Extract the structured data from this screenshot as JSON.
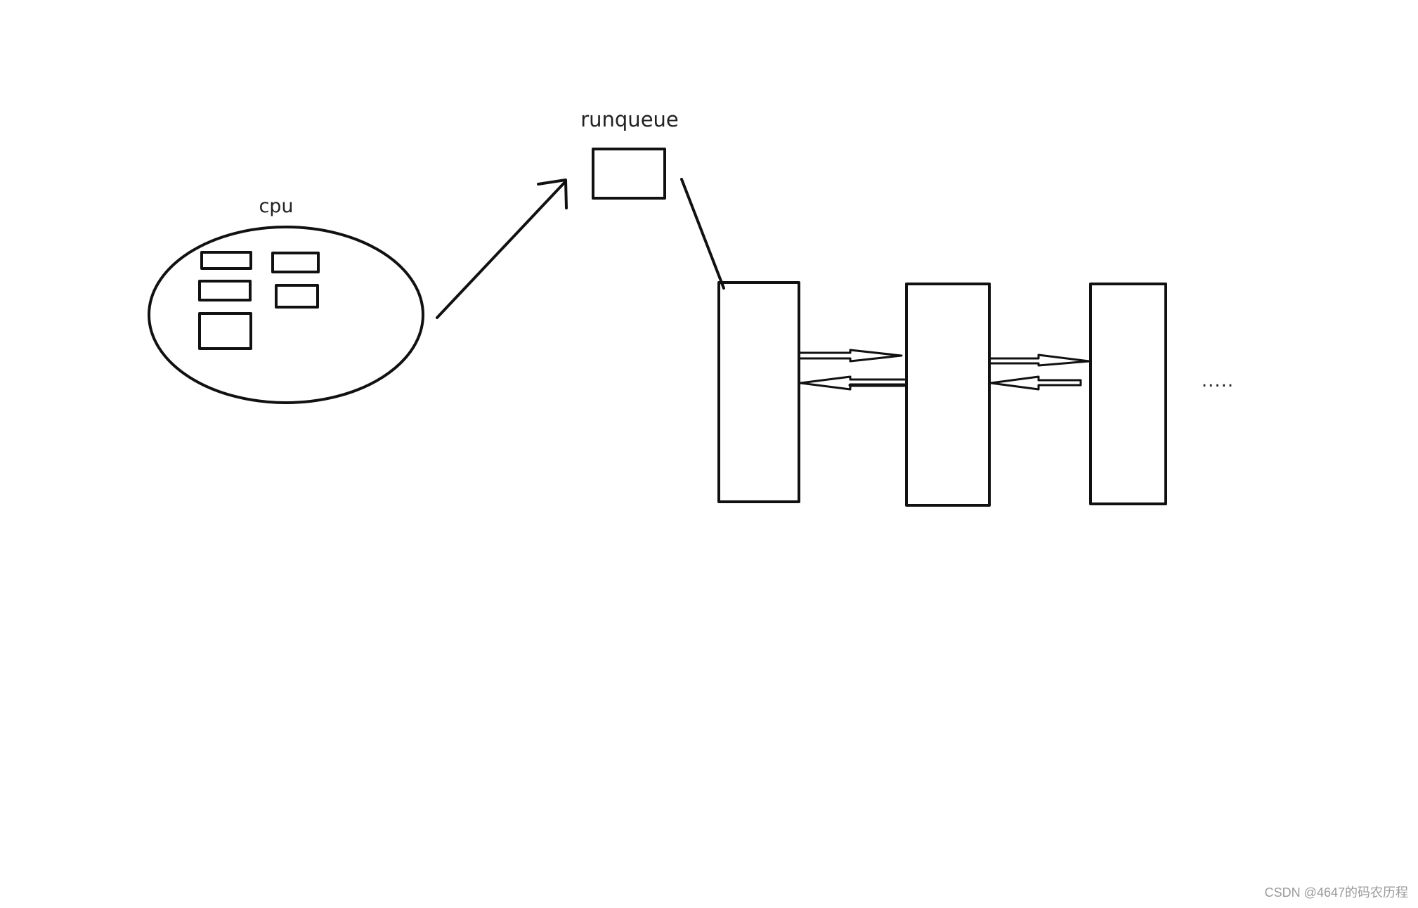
{
  "labels": {
    "cpu": "cpu",
    "runqueue": "runqueue",
    "ellipsis": "....."
  },
  "watermark": "CSDN @4647的码农历程",
  "colors": {
    "stroke": "#111111",
    "background": "#ffffff",
    "watermark": "#9a9a9a"
  }
}
